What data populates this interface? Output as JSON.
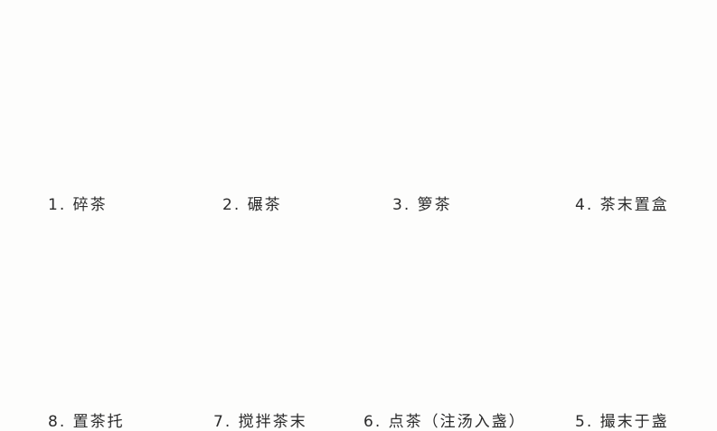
{
  "diagram": {
    "title": "",
    "colors": {
      "background": "#fdfdfc",
      "arrow": "#bdbdbd",
      "ware_light": "#e8dcc4",
      "ware_mid": "#c9ad85",
      "ware_dark": "#8a5f35",
      "outline": "#5a4a3a",
      "label": "#2b2b2b"
    },
    "steps": [
      {
        "number": "1.",
        "name": "碎茶",
        "label": "1. 碎茶",
        "illustration": "mortar-and-pestle"
      },
      {
        "number": "2.",
        "name": "碾茶",
        "label": "2. 碾茶",
        "illustration": "tea-grinder"
      },
      {
        "number": "3.",
        "name": "箩茶",
        "label": "3. 箩茶",
        "illustration": "sieve-boxes"
      },
      {
        "number": "4.",
        "name": "茶末置盒",
        "label": "4. 茶末置盒",
        "illustration": "tray-and-cage-box"
      },
      {
        "number": "5.",
        "name": "撮末于盏",
        "label": "5. 撮末于盏",
        "illustration": "scoop-into-bowl"
      },
      {
        "number": "6.",
        "name": "点茶（注汤入盏）",
        "label": "6. 点茶（注汤入盏）",
        "illustration": "ewer-pouring-into-bowl"
      },
      {
        "number": "7.",
        "name": "搅拌茶末",
        "label": "7. 搅拌茶末",
        "illustration": "whisk-in-bowl"
      },
      {
        "number": "8.",
        "name": "置茶托",
        "label": "8. 置茶托",
        "illustration": "bowl-on-saucer-stand"
      }
    ],
    "arrows": [
      {
        "from": 1,
        "to": 2,
        "direction": "right"
      },
      {
        "from": 2,
        "to": 3,
        "direction": "right"
      },
      {
        "from": 3,
        "to": 4,
        "direction": "right"
      },
      {
        "from": 4,
        "to": 5,
        "direction": "down"
      },
      {
        "from": 5,
        "to": 6,
        "direction": "left"
      },
      {
        "from": 6,
        "to": 7,
        "direction": "left"
      },
      {
        "from": 7,
        "to": 8,
        "direction": "left"
      }
    ]
  }
}
